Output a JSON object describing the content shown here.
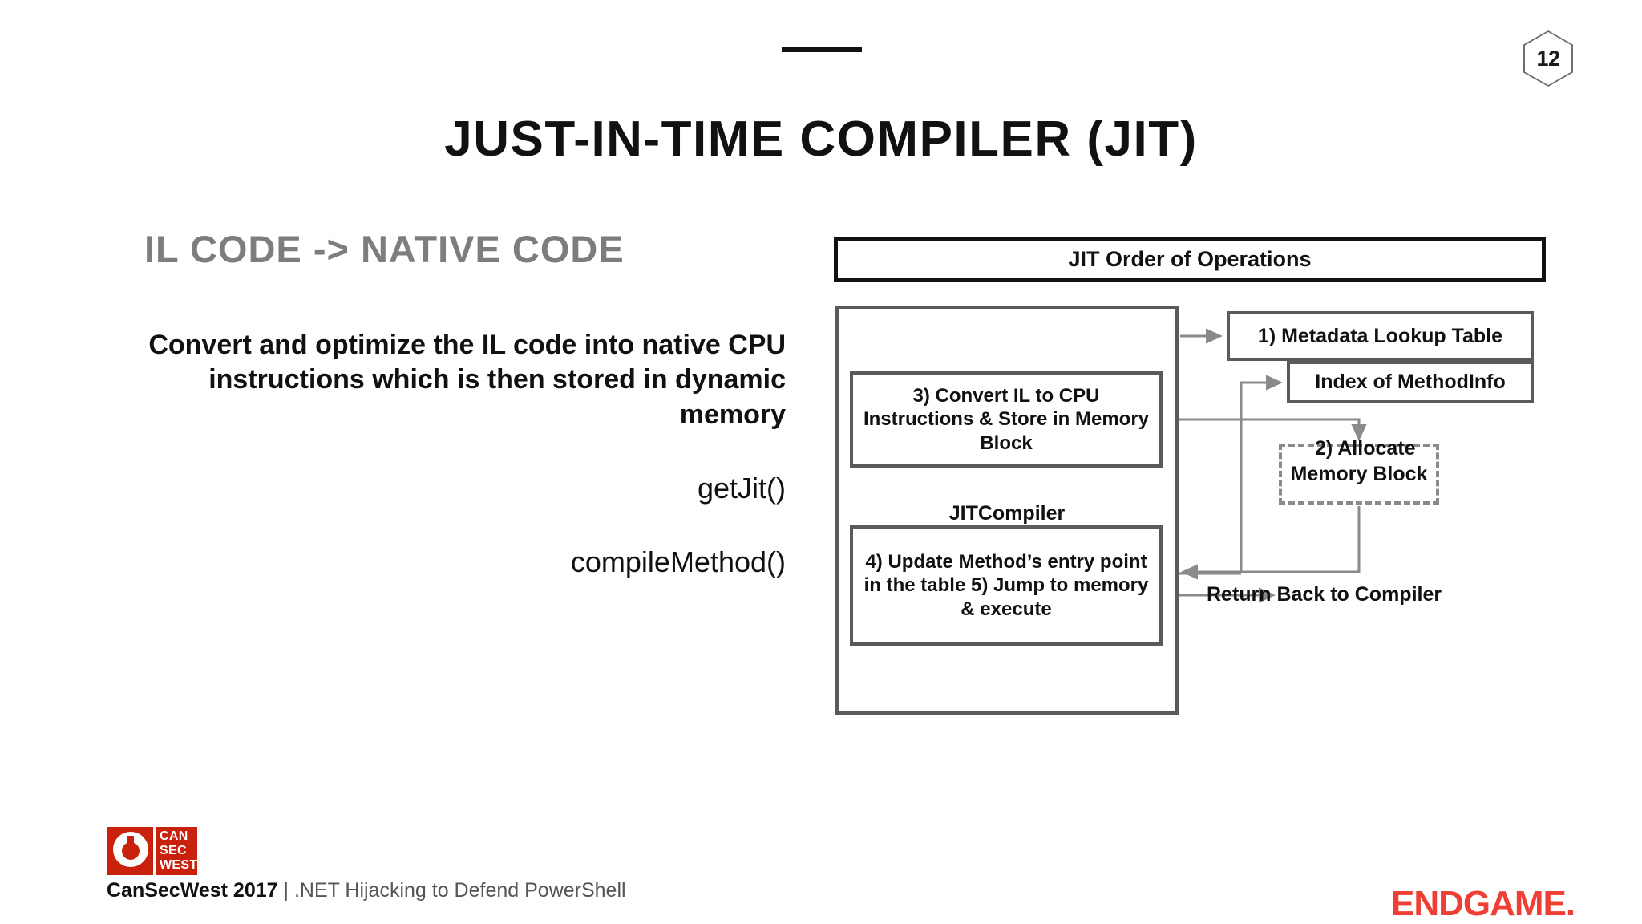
{
  "slide": {
    "page_number": "12",
    "title": "JUST-IN-TIME COMPILER (JIT)"
  },
  "left": {
    "section_heading": "IL CODE -> NATIVE CODE",
    "paragraph": "Convert and optimize the IL code into native CPU instructions which is then stored in dynamic memory",
    "api_calls": [
      "getJit()",
      "compileMethod()"
    ]
  },
  "diagram": {
    "header": "JIT Order of Operations",
    "compiler_container_label": "JITCompiler",
    "boxes": {
      "convert": "3) Convert IL to CPU Instructions & Store in Memory Block",
      "update": "4) Update Method’s entry point in the table 5) Jump to memory & execute",
      "metadata_lookup": "1) Metadata Lookup Table",
      "index_methodinfo": "Index of MethodInfo",
      "memory_block": "Memory Block"
    },
    "labels": {
      "allocate": "2) Allocate",
      "return_back": "Return Back to Compiler"
    }
  },
  "footer": {
    "logo": {
      "line1": "CAN",
      "line2": "SEC",
      "line3": "WEST"
    },
    "event": "CanSecWest 2017",
    "separator_and_talk": " | .NET Hijacking to Defend PowerShell",
    "brand": "ENDGAME."
  },
  "colors": {
    "accent_red": "#ef3e33",
    "logo_red": "#c8220f",
    "heading_gray": "#7d7d7d",
    "box_border_gray": "#5a5a5a",
    "connector_gray": "#8a8a8a",
    "ink": "#111111"
  }
}
